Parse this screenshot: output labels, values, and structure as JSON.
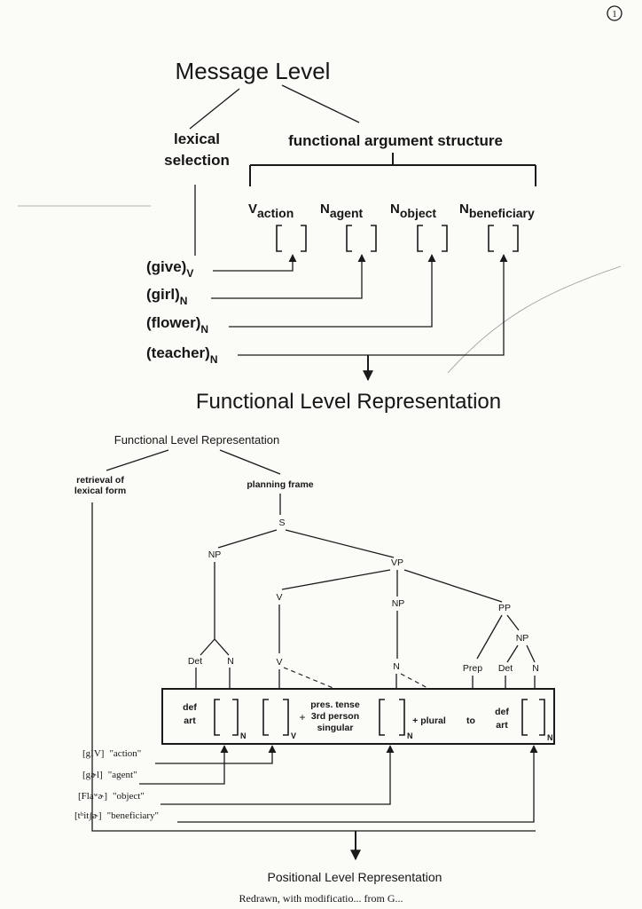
{
  "page_number": "1",
  "top": {
    "title": "Message Level",
    "lexical_label_line1": "lexical",
    "lexical_label_line2": "selection",
    "functional_label": "functional argument structure",
    "slots": [
      {
        "base": "V",
        "subscript": "action"
      },
      {
        "base": "N",
        "subscript": "agent"
      },
      {
        "base": "N",
        "subscript": "object"
      },
      {
        "base": "N",
        "subscript": "beneficiary"
      }
    ],
    "lexical_items": [
      {
        "word": "(give)",
        "category": "V"
      },
      {
        "word": "(girl)",
        "category": "N"
      },
      {
        "word": "(flower)",
        "category": "N"
      },
      {
        "word": "(teacher)",
        "category": "N"
      }
    ],
    "output_title": "Functional Level Representation"
  },
  "bottom": {
    "title": "Functional Level Representation",
    "retrieval_line1": "retrieval of",
    "retrieval_line2": "lexical form",
    "planning_frame": "planning frame",
    "tree_nodes": {
      "s": "S",
      "np1": "NP",
      "vp": "VP",
      "v1": "V",
      "np2": "NP",
      "pp": "PP",
      "det1": "Det",
      "n1": "N",
      "v2": "V",
      "n2": "N",
      "np3": "NP",
      "prep": "Prep",
      "det2": "Det",
      "n3": "N"
    },
    "box": {
      "def1": "def",
      "art1": "art",
      "sub_n1": "N",
      "sub_v": "V",
      "plus1": "+",
      "tense1": "pres. tense",
      "tense2": "3rd person",
      "tense3": "singular",
      "sub_n2": "N",
      "plural": "+ plural",
      "to": "to",
      "def2": "def",
      "art2": "art",
      "sub_n3": "N"
    },
    "forms": [
      {
        "phon": "[gIV]",
        "gloss": "\"action\""
      },
      {
        "phon": "[gɚl]",
        "gloss": "\"agent\""
      },
      {
        "phon": "[Flaʷɚ]",
        "gloss": "\"object\""
      },
      {
        "phon": "[tʰitʃɚ]",
        "gloss": "\"beneficiary\""
      }
    ],
    "output_title": "Positional Level Representation",
    "caption": "Redrawn, with modificatio... from G..."
  }
}
